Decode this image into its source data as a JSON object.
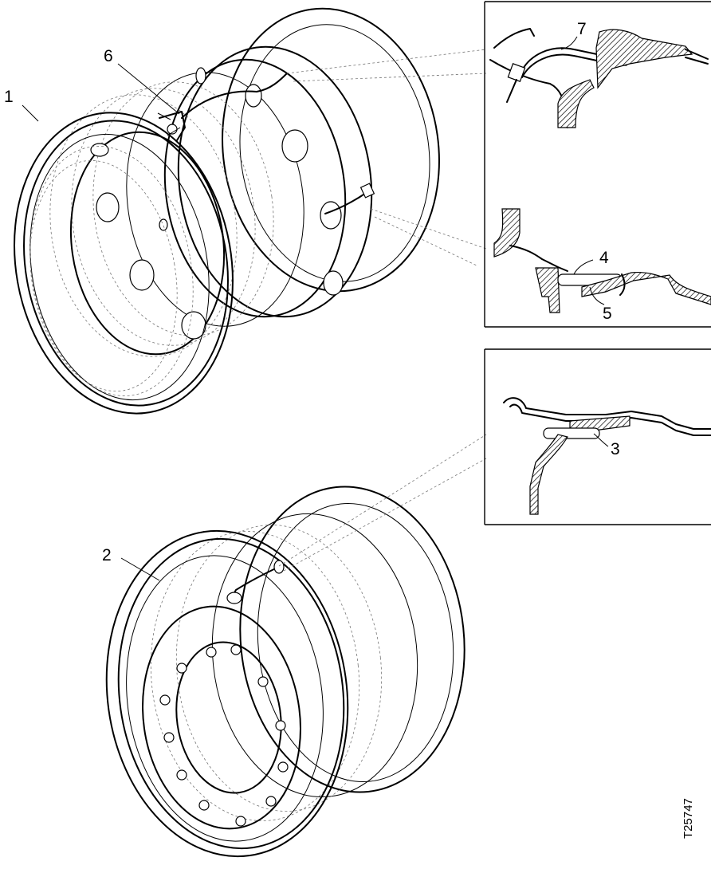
{
  "callouts": {
    "c1": "1",
    "c2": "2",
    "c3": "3",
    "c4": "4",
    "c5": "5",
    "c6": "6",
    "c7": "7"
  },
  "figure_id": "T25747"
}
